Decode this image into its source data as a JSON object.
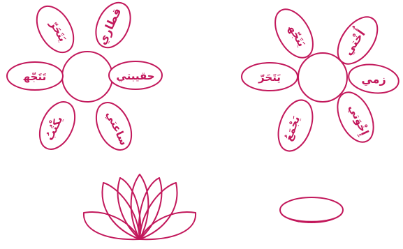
{
  "colors": {
    "ink": "#c2185b",
    "background": "#ffffff"
  },
  "flower_left": {
    "petals": [
      {
        "label": "قطاري"
      },
      {
        "label": "حقيبتي"
      },
      {
        "label": "ساعتي"
      },
      {
        "label": "ﻳﻜْﺘُﺐُ"
      },
      {
        "label": "ﺗَﺘَﺠّﻬ"
      },
      {
        "label": "ﻳَﺘَﺤَﺮّ"
      }
    ]
  },
  "flower_right": {
    "petals": [
      {
        "label": "أُخْتي"
      },
      {
        "label": "زمي"
      },
      {
        "label": "إِخْوَتي"
      },
      {
        "label": "يَجْمَعُ"
      },
      {
        "label": "ﻳَﺘَﺤَﺮّ"
      },
      {
        "label": "ﻳَﺘَﺠّﻬ"
      }
    ]
  },
  "icons": {
    "lotus": "lotus-outline-icon",
    "disc": "flat-disc-icon"
  }
}
